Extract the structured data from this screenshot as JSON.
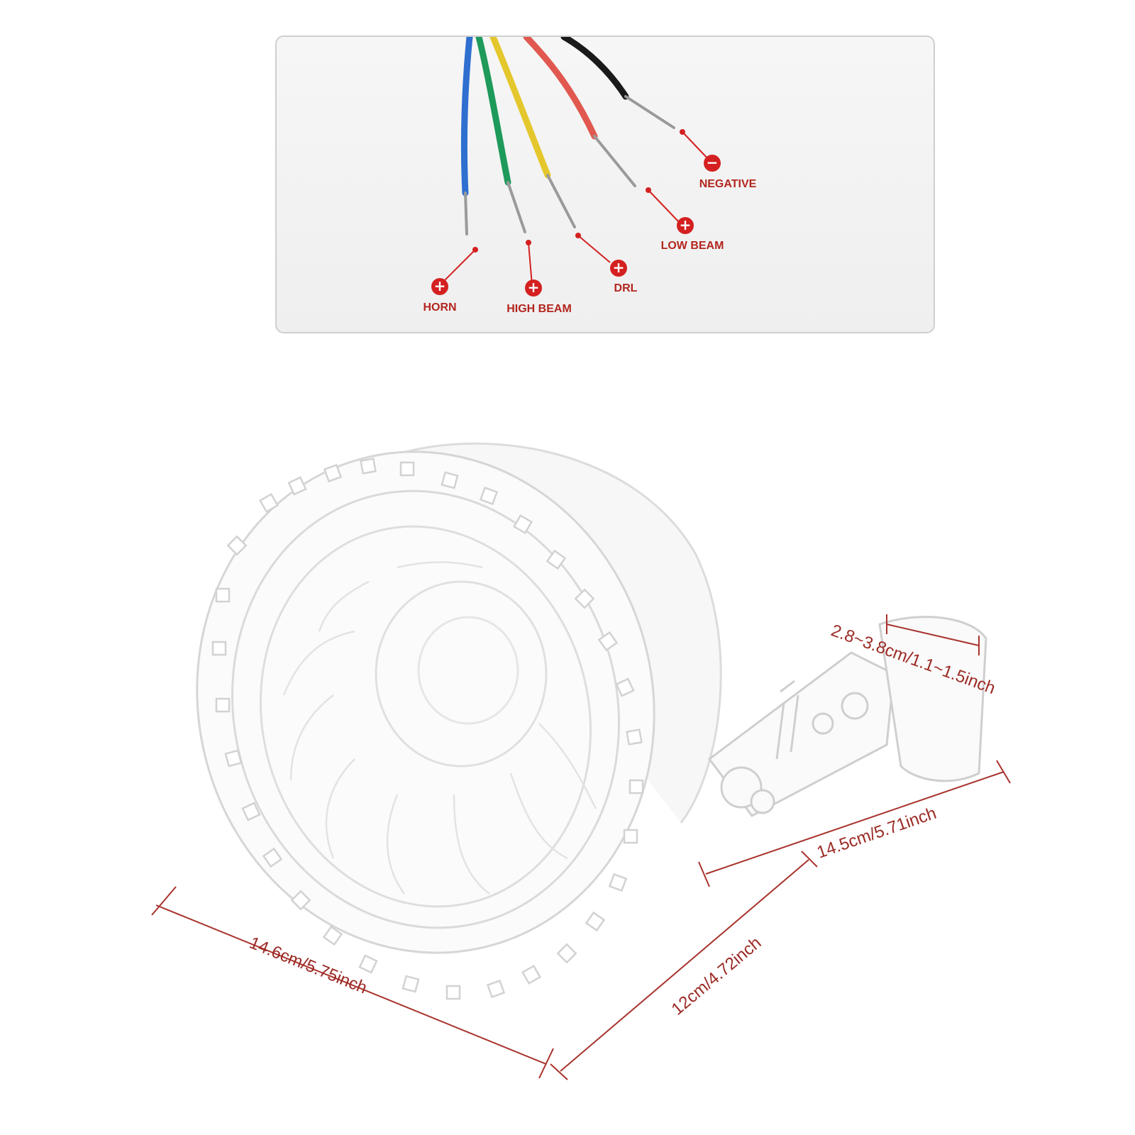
{
  "wiring": {
    "wires": [
      {
        "color": "#2f6fd0",
        "polarity": "+",
        "label": "HORN"
      },
      {
        "color": "#1e9a5a",
        "polarity": "+",
        "label": "HIGH BEAM"
      },
      {
        "color": "#e4c72c",
        "polarity": "+",
        "label": "DRL"
      },
      {
        "color": "#e0584f",
        "polarity": "+",
        "label": "LOW BEAM"
      },
      {
        "color": "#1a1a1a",
        "polarity": "−",
        "label": "NEGATIVE"
      }
    ],
    "marker_color": "#d42020"
  },
  "dimensions": {
    "diameter": "14.6cm/5.75inch",
    "depth": "12cm/4.72inch",
    "bracket_length": "14.5cm/5.71inch",
    "clamp_range": "2.8~3.8cm/1.1~1.5inch",
    "line_color": "#a8322c"
  }
}
